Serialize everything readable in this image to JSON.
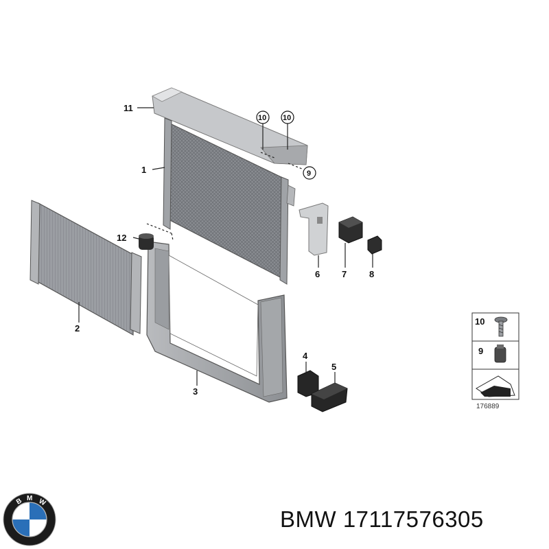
{
  "callouts": [
    "1",
    "2",
    "3",
    "4",
    "5",
    "6",
    "7",
    "8",
    "9",
    "10",
    "11",
    "12"
  ],
  "circled_callouts": [
    "10",
    "10",
    "9"
  ],
  "legend": {
    "items": [
      "10",
      "9"
    ],
    "diagram_id": "176889"
  },
  "caption": {
    "brand": "BMW",
    "part_number": "17117576305"
  },
  "logo": {
    "letters": "BMW",
    "colors": {
      "ring": "#1b1b1b",
      "blue": "#2a6fb8",
      "white": "#ffffff"
    }
  }
}
